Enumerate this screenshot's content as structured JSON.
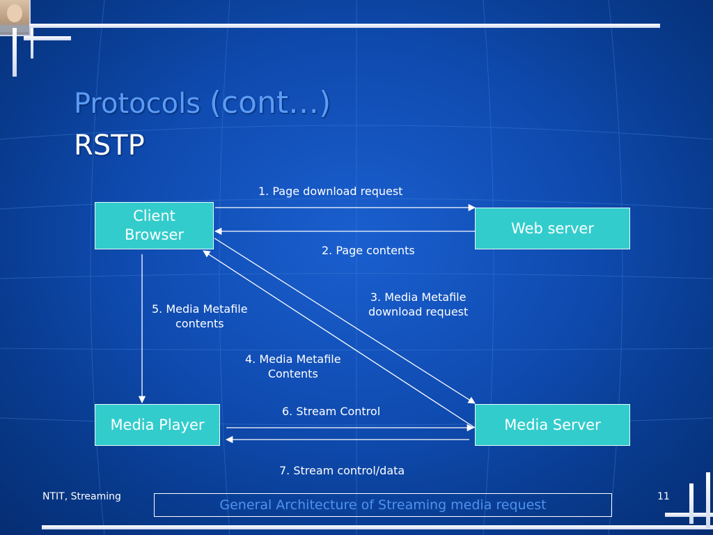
{
  "slide": {
    "title_main": "Protocols ",
    "title_cont": "(cont…)",
    "subtitle": "RSTP",
    "footer_left": "NTIT, Streaming",
    "page_number": "11",
    "caption": "General Architecture of Streaming media request"
  },
  "diagram": {
    "nodes": {
      "client_line1": "Client",
      "client_line2": "Browser",
      "web_server": "Web server",
      "media_player": "Media Player",
      "media_server": "Media Server"
    },
    "edges": {
      "e1": "1. Page download request",
      "e2": "2. Page contents",
      "e3_line1": "3. Media Metafile",
      "e3_line2": "download request",
      "e4_line1": "4. Media Metafile",
      "e4_line2": "Contents",
      "e5_line1": "5. Media Metafile",
      "e5_line2": "contents",
      "e6": "6. Stream Control",
      "e7": "7. Stream control/data"
    }
  },
  "colors": {
    "node_fill": "#33cccc",
    "title": "#5b9bf5",
    "caption": "#4f93ef",
    "background": "#0f4bb0"
  }
}
